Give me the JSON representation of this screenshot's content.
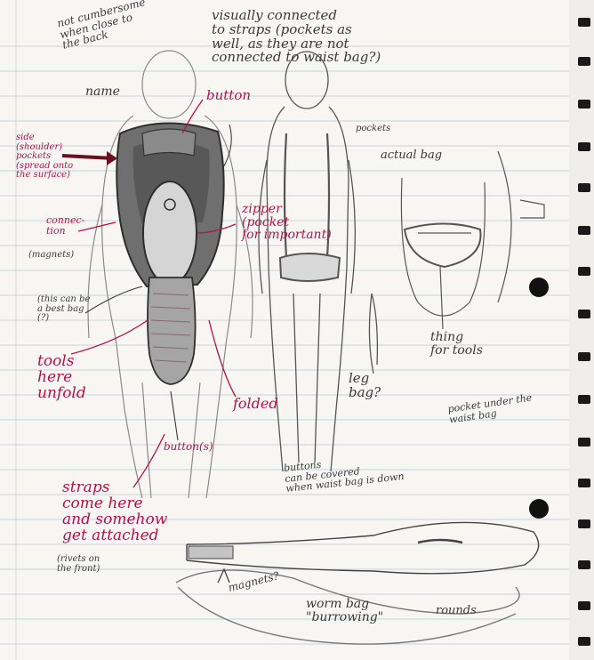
{
  "colors": {
    "paper": "#f7f6f2",
    "rule": "#c9d2de",
    "margin_line": "#d6d6d6",
    "pencil": "#3a3a3a",
    "red_ink": "#b5124a",
    "binding": "#1a1a1a"
  },
  "notes": {
    "top_left": "not cumbersome\nwhen close to\nthe back",
    "top_center": "visually connected\nto straps (pockets as\nwell, as they are not\nconnected to waist bag?)",
    "name": "name",
    "button_top": "button",
    "pockets": "pockets",
    "actual_bag": "actual bag",
    "side_pockets": "side\n(shoulder)\npockets\n(spread onto\nthe surface)",
    "connection": "connec-\ntion",
    "magnets_left": "(magnets)",
    "zipper": "zipper\n(pocket\nfor important)",
    "best_bag": "(this can be\na best bag\n(?)",
    "tools": "tools\nhere\nunfold",
    "folded": "folded",
    "leg_bag": "leg\nbag?",
    "thing_for_tools": "thing\nfor tools",
    "pocket_under": "pocket under the\nwaist bag",
    "buttons_small": "button(s)",
    "buttons_note": "buttons\ncan be covered\nwhen waist bag is down",
    "straps": "straps\ncome here\nand somehow\nget attached",
    "rivets": "(rivets on\nthe front)",
    "magnets_bottom": "magnets?",
    "worm_bag": "worm bag\n\"burrowing\"",
    "rounds": "rounds"
  }
}
